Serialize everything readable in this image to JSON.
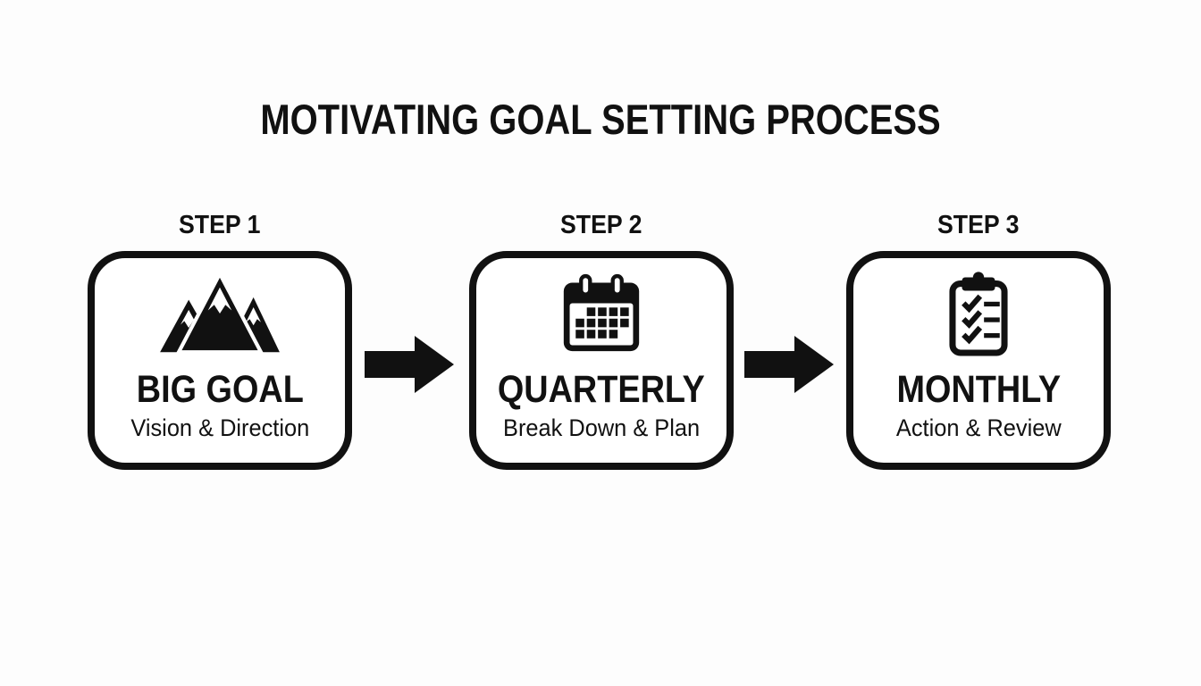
{
  "title": "MOTIVATING GOAL SETTING PROCESS",
  "colors": {
    "ink": "#111111",
    "background": "#fdfdfd"
  },
  "steps": [
    {
      "label": "STEP 1",
      "icon": "mountains-icon",
      "heading": "BIG GOAL",
      "subheading": "Vision & Direction"
    },
    {
      "label": "STEP 2",
      "icon": "calendar-icon",
      "heading": "QUARTERLY",
      "subheading": "Break Down & Plan"
    },
    {
      "label": "STEP 3",
      "icon": "clipboard-checklist-icon",
      "heading": "MONTHLY",
      "subheading": "Action & Review"
    }
  ],
  "connectors": [
    {
      "type": "arrow-right"
    },
    {
      "type": "arrow-right"
    }
  ]
}
